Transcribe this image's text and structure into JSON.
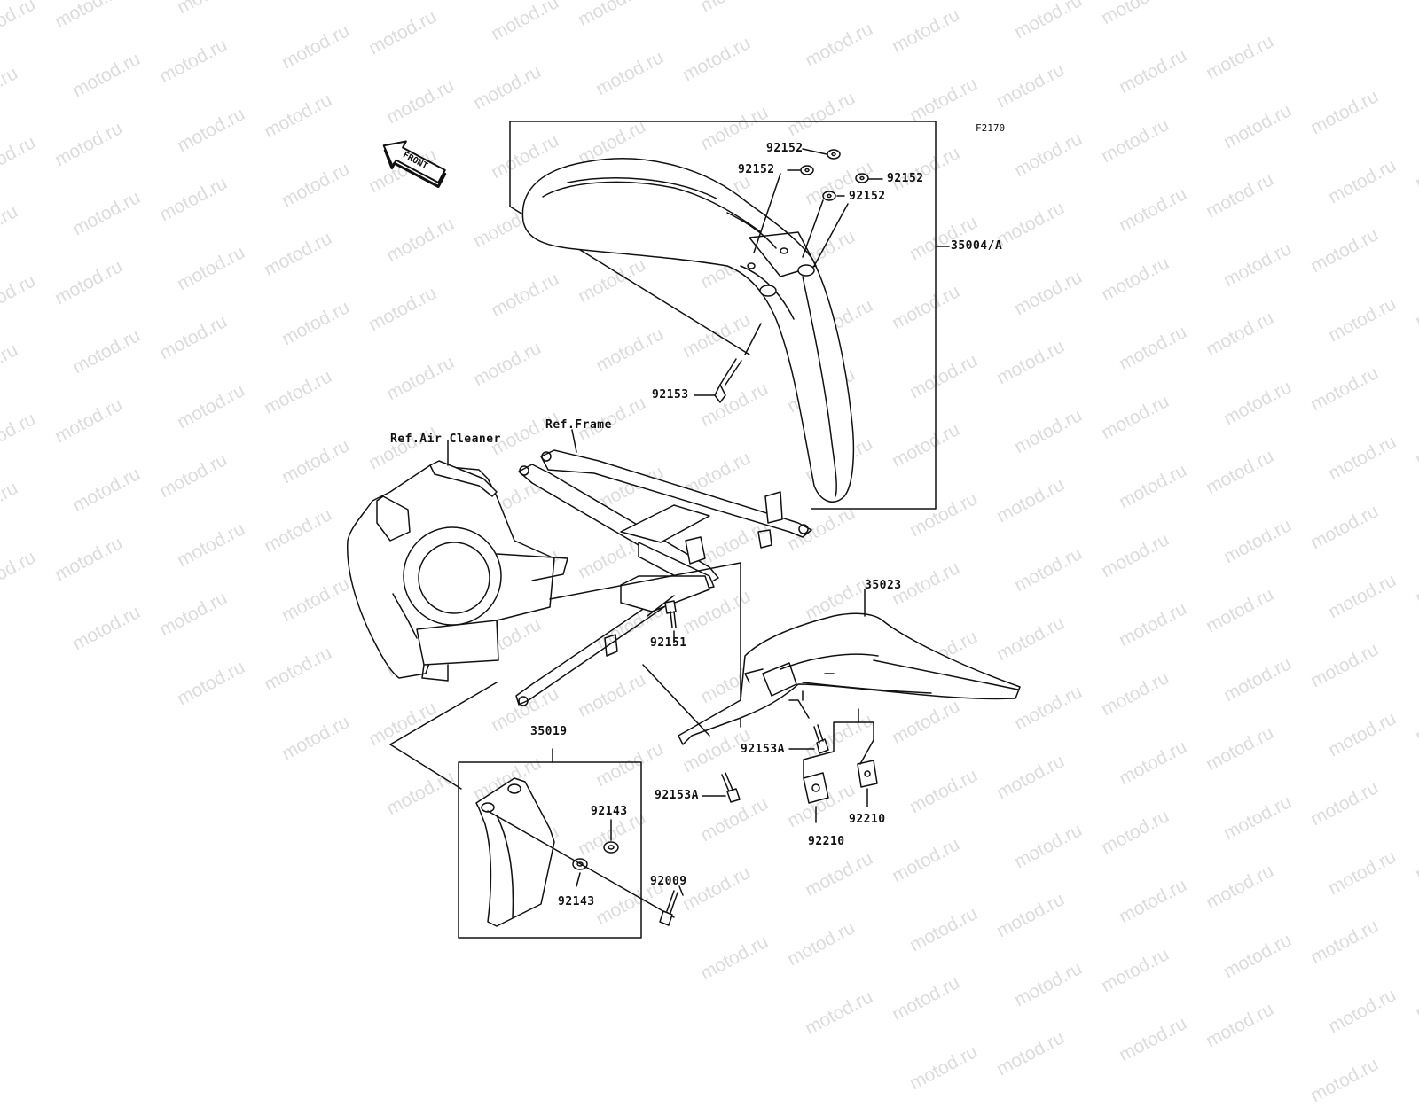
{
  "diagram": {
    "figure_id": "F2170",
    "watermark": "motod.ru",
    "front_label": "FRONT",
    "references": {
      "air_cleaner": "Ref.Air Cleaner",
      "frame": "Ref.Frame"
    },
    "parts": {
      "p92152_a": "92152",
      "p92152_b": "92152",
      "p92152_c": "92152",
      "p92152_d": "92152",
      "p35004": "35004/A",
      "p92153": "92153",
      "p35023": "35023",
      "p92151": "92151",
      "p92153A_a": "92153A",
      "p92153A_b": "92153A",
      "p92210_a": "92210",
      "p92210_b": "92210",
      "p35019": "35019",
      "p92143_a": "92143",
      "p92143_b": "92143",
      "p92009": "92009"
    }
  }
}
